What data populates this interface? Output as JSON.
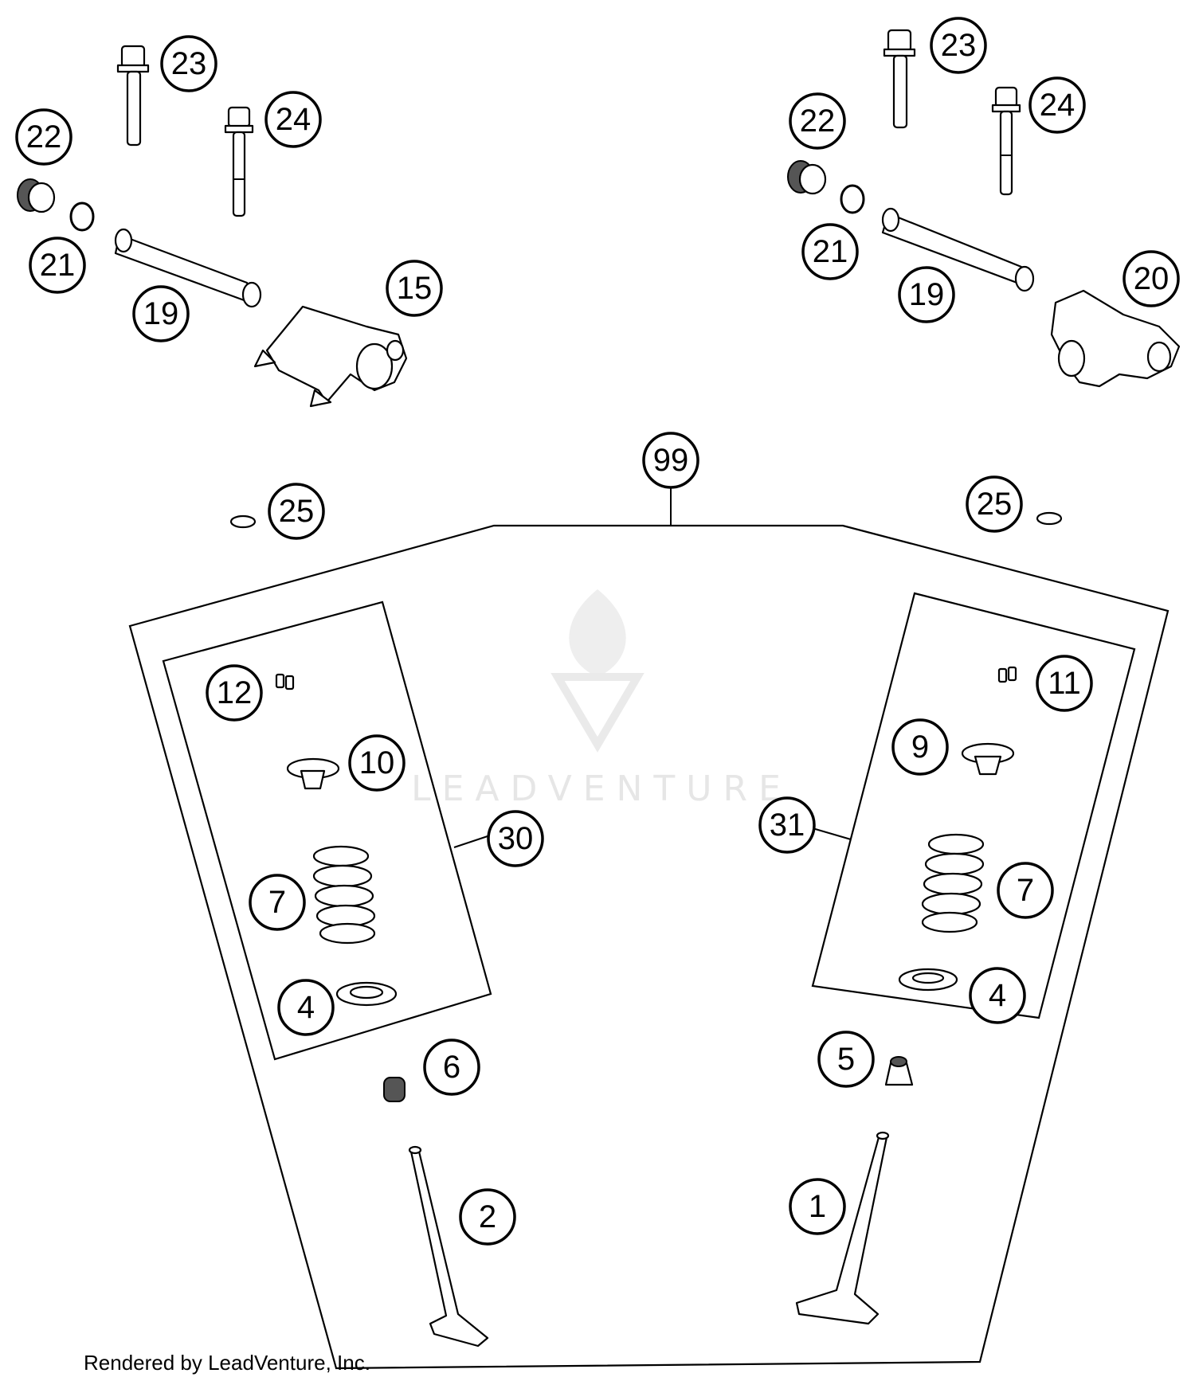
{
  "callouts": [
    {
      "id": "c-23-left",
      "label": "23"
    },
    {
      "id": "c-24-left",
      "label": "24"
    },
    {
      "id": "c-22-left",
      "label": "22"
    },
    {
      "id": "c-21-left",
      "label": "21"
    },
    {
      "id": "c-19-left",
      "label": "19"
    },
    {
      "id": "c-15",
      "label": "15"
    },
    {
      "id": "c-23-right",
      "label": "23"
    },
    {
      "id": "c-24-right",
      "label": "24"
    },
    {
      "id": "c-22-right",
      "label": "22"
    },
    {
      "id": "c-21-right",
      "label": "21"
    },
    {
      "id": "c-19-right",
      "label": "19"
    },
    {
      "id": "c-20",
      "label": "20"
    },
    {
      "id": "c-99",
      "label": "99"
    },
    {
      "id": "c-25-left",
      "label": "25"
    },
    {
      "id": "c-25-right",
      "label": "25"
    },
    {
      "id": "c-12",
      "label": "12"
    },
    {
      "id": "c-10",
      "label": "10"
    },
    {
      "id": "c-30",
      "label": "30"
    },
    {
      "id": "c-7-left",
      "label": "7"
    },
    {
      "id": "c-4-left",
      "label": "4"
    },
    {
      "id": "c-6",
      "label": "6"
    },
    {
      "id": "c-2",
      "label": "2"
    },
    {
      "id": "c-11",
      "label": "11"
    },
    {
      "id": "c-9",
      "label": "9"
    },
    {
      "id": "c-31",
      "label": "31"
    },
    {
      "id": "c-7-right",
      "label": "7"
    },
    {
      "id": "c-4-right",
      "label": "4"
    },
    {
      "id": "c-5",
      "label": "5"
    },
    {
      "id": "c-1",
      "label": "1"
    }
  ],
  "watermark": "LEADVENTURE",
  "footer": "Rendered by LeadVenture, Inc."
}
